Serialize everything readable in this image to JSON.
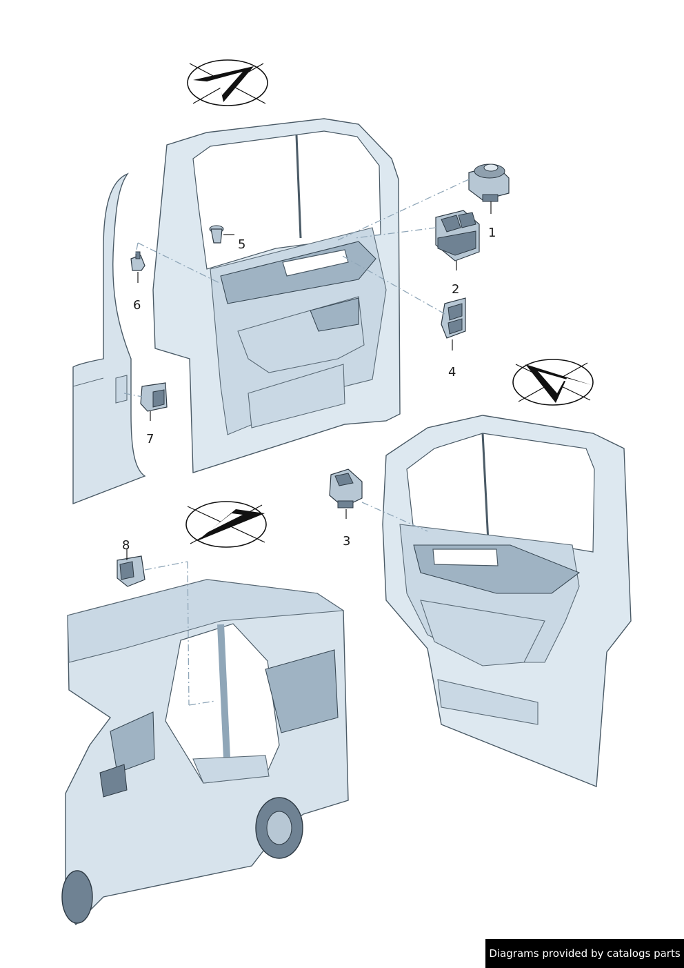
{
  "callouts": {
    "c1": "1",
    "c2": "2",
    "c3": "3",
    "c4": "4",
    "c5": "5",
    "c6": "6",
    "c7": "7",
    "c8": "8"
  },
  "watermark": "Diagrams provided by catalogs parts",
  "colors": {
    "body": "#d7e3ec",
    "outline": "#4a5a66",
    "part": "#b7c7d4",
    "dash": "#8fa6b8"
  }
}
